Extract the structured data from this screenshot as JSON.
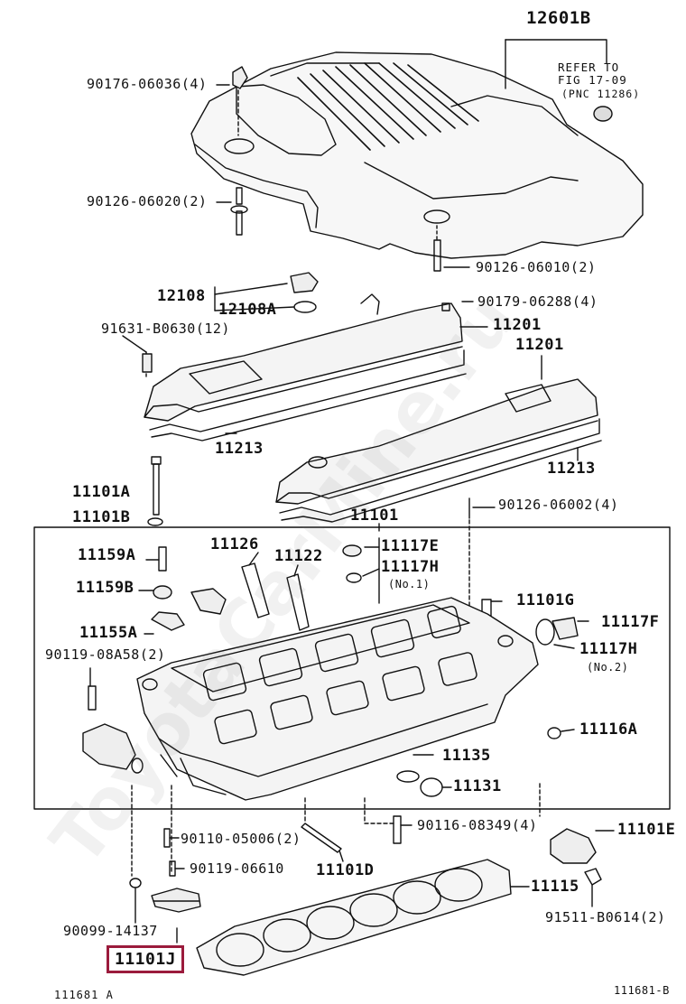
{
  "watermark": "ToyotaCarMine.ru",
  "refer_note": [
    "REFER TO",
    "FIG 17-09",
    "(PNC 11286)"
  ],
  "labels": {
    "l12601b": "12601B",
    "l90176": "90176-06036(4)",
    "l90126_06020": "90126-06020(2)",
    "l90126_06010": "90126-06010(2)",
    "l12108": "12108",
    "l12108a": "12108A",
    "l90179": "90179-06288(4)",
    "l91631": "91631-B0630(12)",
    "l11201_a": "11201",
    "l11201_b": "11201",
    "l11213_a": "11213",
    "l11213_b": "11213",
    "l11101a": "11101A",
    "l11101b": "11101B",
    "l90126_06002": "90126-06002(4)",
    "l11101": "11101",
    "l11159a": "11159A",
    "l11126": "11126",
    "l11122": "11122",
    "l11117e": "11117E",
    "l11117h_1": "11117H",
    "l11117h_1_sub": "(No.1)",
    "l11159b": "11159B",
    "l11101g": "11101G",
    "l11117f": "11117F",
    "l11155a": "11155A",
    "l11117h_2": "11117H",
    "l11117h_2_sub": "(No.2)",
    "l90119_08a58": "90119-08A58(2)",
    "l11116a": "11116A",
    "l11135": "11135",
    "l11131": "11131",
    "l90116": "90116-08349(4)",
    "l11101e": "11101E",
    "l90110": "90110-05006(2)",
    "l90119_06610": "90119-06610",
    "l11101d": "11101D",
    "l11115": "11115",
    "l90099": "90099-14137",
    "l91511": "91511-B0614(2)",
    "l11101j": "11101J",
    "l111681a": "111681 A",
    "l111681b": "111681-B"
  }
}
